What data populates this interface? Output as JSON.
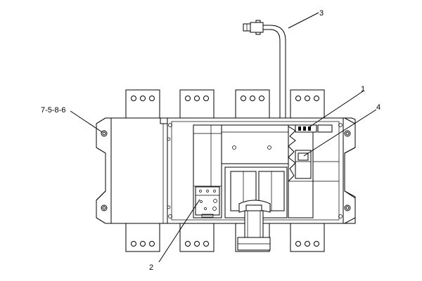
{
  "callouts": {
    "ref_7_5_8_6": "7-5-8-6",
    "item_1": "1",
    "item_2": "2",
    "item_3": "3",
    "item_4": "4"
  },
  "colors": {
    "line": "#000000",
    "background": "#ffffff",
    "shade": "#e6e6e6"
  }
}
